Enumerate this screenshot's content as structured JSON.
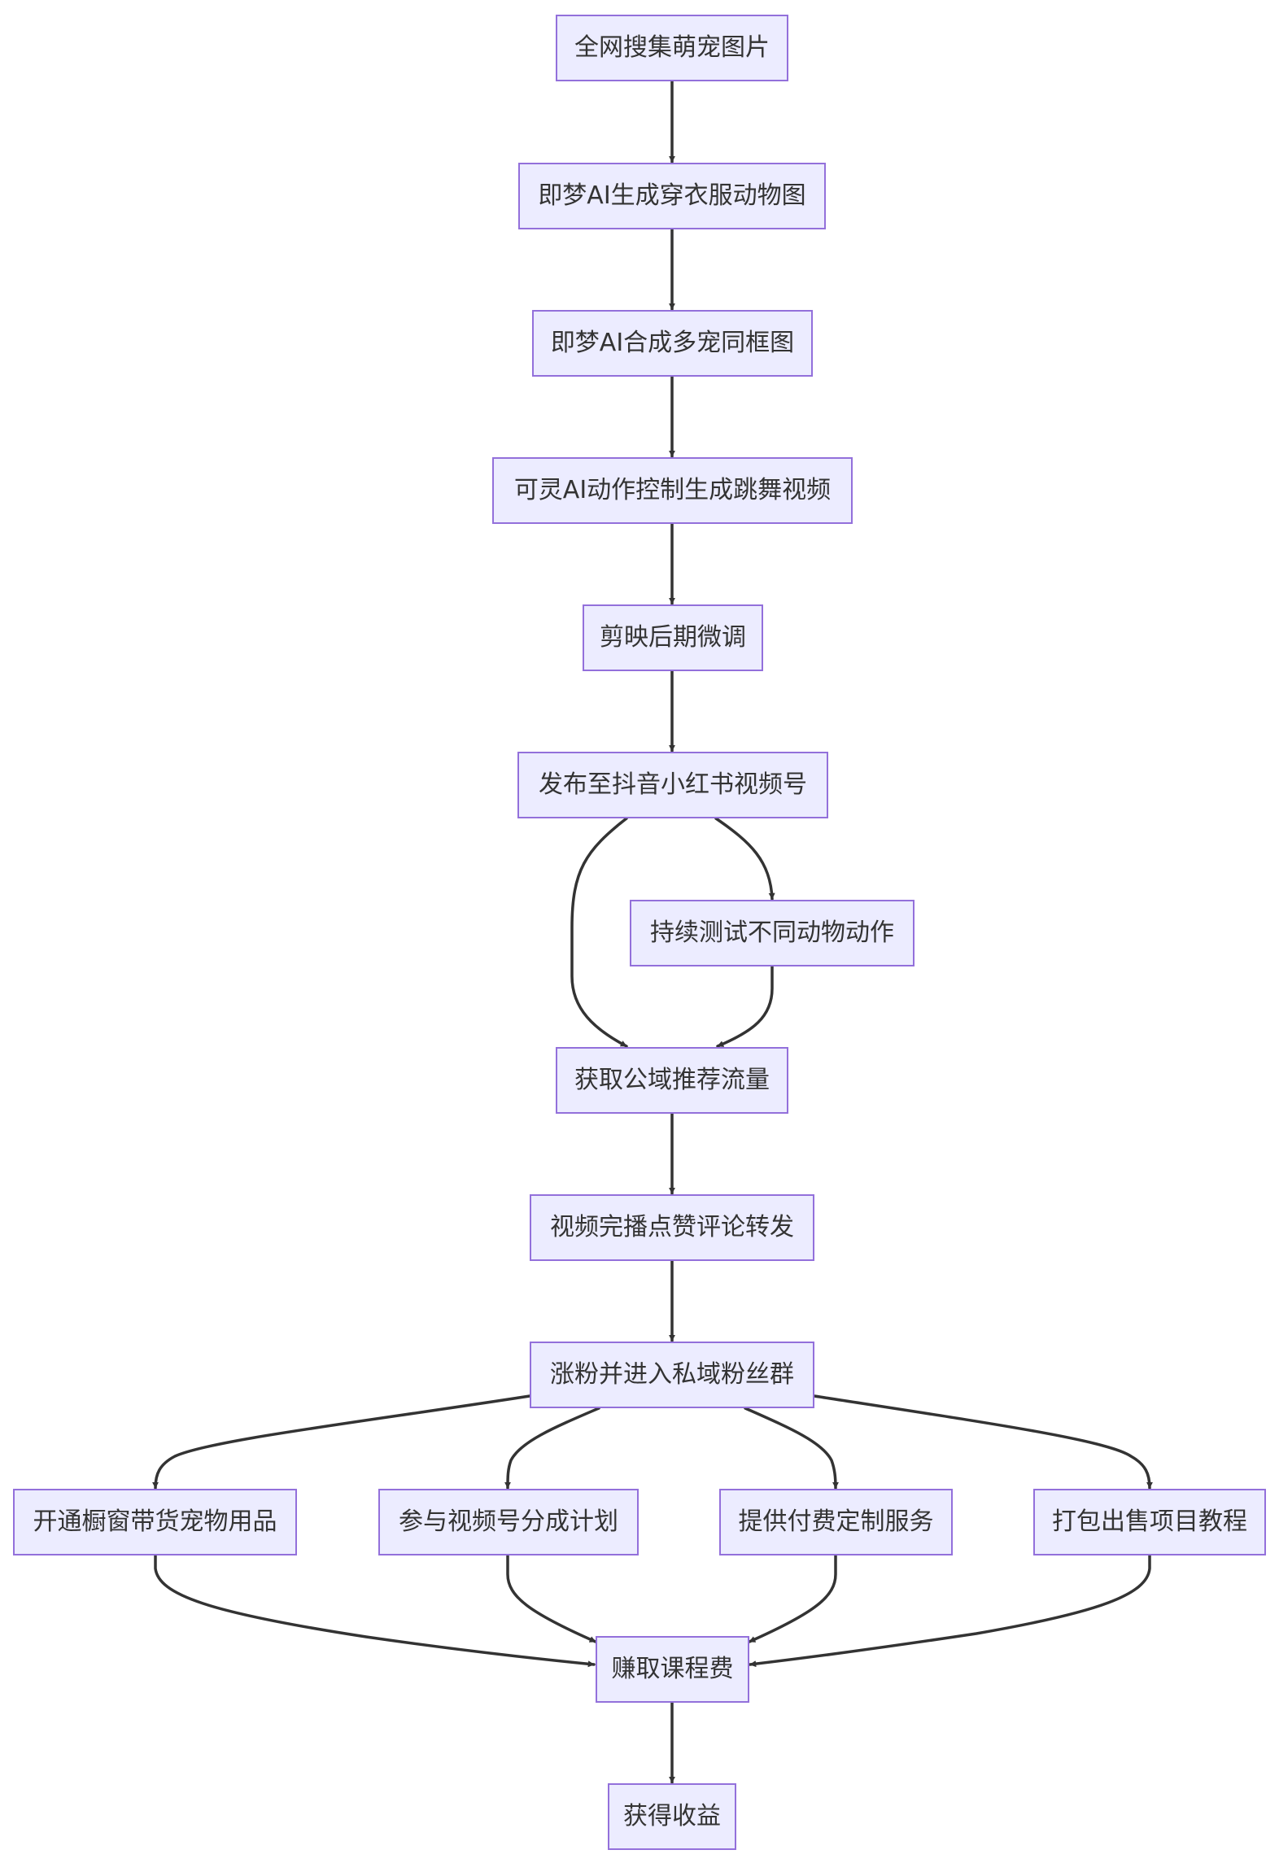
{
  "diagram": {
    "type": "flowchart",
    "direction": "top-down",
    "colors": {
      "node_fill": "#ececff",
      "node_border": "#9370db",
      "text": "#333333",
      "edge": "#333333"
    },
    "nodes": [
      {
        "id": "n1",
        "label": "全网搜集萌宠图片"
      },
      {
        "id": "n2",
        "label": "即梦AI生成穿衣服动物图"
      },
      {
        "id": "n3",
        "label": "即梦AI合成多宠同框图"
      },
      {
        "id": "n4",
        "label": "可灵AI动作控制生成跳舞视频"
      },
      {
        "id": "n5",
        "label": "剪映后期微调"
      },
      {
        "id": "n6",
        "label": "发布至抖音小红书视频号"
      },
      {
        "id": "n7",
        "label": "持续测试不同动物动作"
      },
      {
        "id": "n8",
        "label": "获取公域推荐流量"
      },
      {
        "id": "n9",
        "label": "视频完播点赞评论转发"
      },
      {
        "id": "n10",
        "label": "涨粉并进入私域粉丝群"
      },
      {
        "id": "n11",
        "label": "开通橱窗带货宠物用品"
      },
      {
        "id": "n12",
        "label": "参与视频号分成计划"
      },
      {
        "id": "n13",
        "label": "提供付费定制服务"
      },
      {
        "id": "n14",
        "label": "打包出售项目教程"
      },
      {
        "id": "n15",
        "label": "赚取课程费"
      },
      {
        "id": "n16",
        "label": "获得收益"
      }
    ],
    "edges": [
      {
        "from": "n1",
        "to": "n2"
      },
      {
        "from": "n2",
        "to": "n3"
      },
      {
        "from": "n3",
        "to": "n4"
      },
      {
        "from": "n4",
        "to": "n5"
      },
      {
        "from": "n5",
        "to": "n6"
      },
      {
        "from": "n6",
        "to": "n8"
      },
      {
        "from": "n6",
        "to": "n7"
      },
      {
        "from": "n7",
        "to": "n8"
      },
      {
        "from": "n8",
        "to": "n9"
      },
      {
        "from": "n9",
        "to": "n10"
      },
      {
        "from": "n10",
        "to": "n11"
      },
      {
        "from": "n10",
        "to": "n12"
      },
      {
        "from": "n10",
        "to": "n13"
      },
      {
        "from": "n10",
        "to": "n14"
      },
      {
        "from": "n11",
        "to": "n15"
      },
      {
        "from": "n12",
        "to": "n15"
      },
      {
        "from": "n13",
        "to": "n15"
      },
      {
        "from": "n14",
        "to": "n15"
      },
      {
        "from": "n15",
        "to": "n16"
      }
    ]
  }
}
